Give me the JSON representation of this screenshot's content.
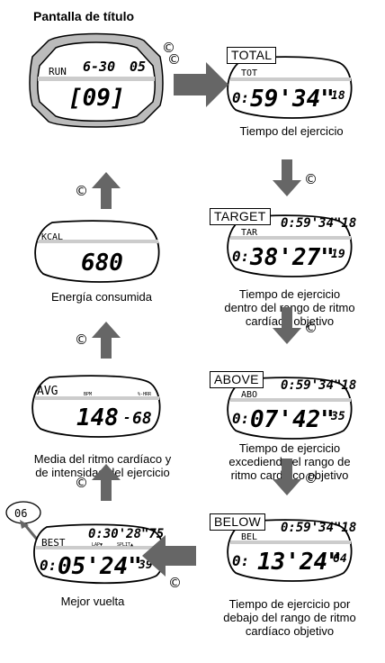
{
  "title": "Pantalla de título",
  "symbol": "©",
  "labels": {
    "total": "TOTAL",
    "target": "TARGET",
    "above": "ABOVE",
    "below": "BELOW"
  },
  "captions": {
    "total": "Tiempo del ejercicio",
    "target": [
      "Tiempo de ejercicio",
      "dentro del rango de ritmo",
      "cardíaco objetivo"
    ],
    "above": [
      "Tiempo de ejercicio",
      "excediendo el rango de",
      "ritmo cardíaco objetivo"
    ],
    "below": [
      "Tiempo de ejercicio por",
      "debajo del rango de ritmo",
      "cardíaco objetivo"
    ],
    "kcal": "Energía consumida",
    "avg": [
      "Media del ritmo cardíaco y",
      "de intensidad del ejercicio"
    ],
    "best": "Mejor vuelta"
  },
  "callout": "06",
  "screens": {
    "run": {
      "label": "RUN",
      "date": "6-30",
      "day": "05",
      "main": "[09]"
    },
    "total": {
      "label": "TOT",
      "prefix": "0:",
      "main": "59'34\"",
      "small": "18"
    },
    "target": {
      "top": "0:59'34\"18",
      "label": "TAR",
      "prefix": "0:",
      "main": "38'27\"",
      "small": "19"
    },
    "above": {
      "top": "0:59'34\"18",
      "label": "ABO",
      "prefix": "0:",
      "main": "07'42\"",
      "small": "35"
    },
    "below": {
      "top": "0:59'34\"18",
      "label": "BEL",
      "prefix": "0:",
      "main": "13'24\"",
      "small": "64"
    },
    "kcal": {
      "label": "KCAL",
      "main": "680"
    },
    "avg": {
      "label": "AVG",
      "unit_left": "BPM",
      "unit_right": "%-HRR",
      "left": "148",
      "sep": "-",
      "right": "68"
    },
    "best": {
      "label": "BEST",
      "top": "0:30'28\"75",
      "lap": "LAP▼",
      "split": "SPLIT▲",
      "prefix": "0:",
      "main": "05'24\"",
      "small": "39"
    }
  }
}
